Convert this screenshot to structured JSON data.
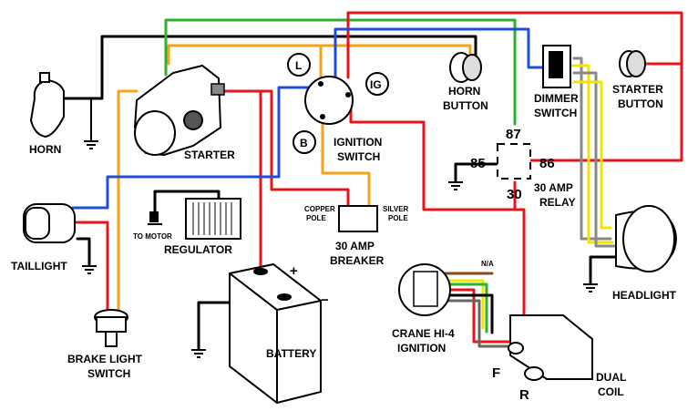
{
  "labels": {
    "horn": "HORN",
    "starter": "STARTER",
    "horn_button_1": "HORN",
    "horn_button_2": "BUTTON",
    "dimmer_switch_1": "DIMMER",
    "dimmer_switch_2": "SWITCH",
    "starter_button_1": "STARTER",
    "starter_button_2": "BUTTON",
    "ignition_switch_1": "IGNITION",
    "ignition_switch_2": "SWITCH",
    "switch_L": "L",
    "switch_IG": "IG",
    "switch_B": "B",
    "relay_87": "87",
    "relay_85": "85",
    "relay_86": "86",
    "relay_30": "30",
    "relay_name_1": "30 AMP",
    "relay_name_2": "RELAY",
    "taillight": "TAILLIGHT",
    "to_motor": "TO MOTOR",
    "regulator": "REGULATOR",
    "copper_pole_1": "COPPER",
    "copper_pole_2": "POLE",
    "silver_pole_1": "SILVER",
    "silver_pole_2": "POLE",
    "breaker_1": "30 AMP",
    "breaker_2": "BREAKER",
    "headlight": "HEADLIGHT",
    "na": "N/A",
    "battery": "BATTERY",
    "battery_plus": "+",
    "battery_minus": "−",
    "crane_1": "CRANE HI-4",
    "crane_2": "IGNITION",
    "brake_1": "BRAKE LIGHT",
    "brake_2": "SWITCH",
    "coil_F": "F",
    "coil_R": "R",
    "coil_1": "DUAL",
    "coil_2": "COIL"
  },
  "colors": {
    "red": "#e8141c",
    "orange": "#f7a21b",
    "green": "#2fb12f",
    "blue": "#1f4fd8",
    "yellow": "#f2e600",
    "brown": "#8a4b1c",
    "black": "#000000",
    "white": "#ffffff"
  }
}
